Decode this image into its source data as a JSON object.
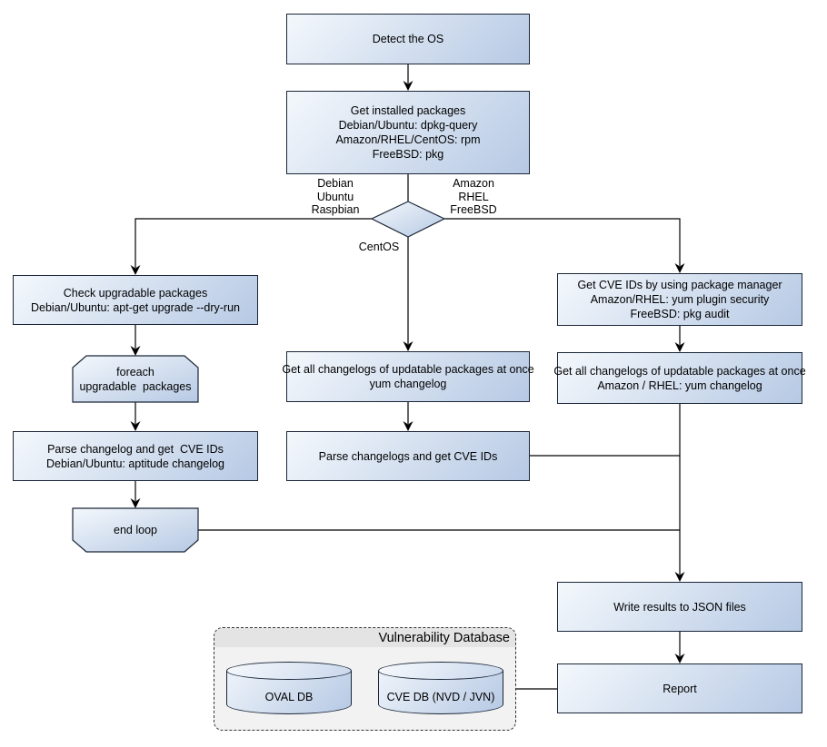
{
  "nodes": {
    "detect_os": {
      "lines": [
        "Detect the OS"
      ]
    },
    "get_installed_packages": {
      "lines": [
        "Get installed packages",
        "Debian/Ubuntu: dpkg-query",
        "Amazon/RHEL/CentOS: rpm",
        "FreeBSD: pkg"
      ]
    },
    "check_upgradable": {
      "lines": [
        "Check upgradable packages",
        "Debian/Ubuntu: apt-get upgrade --dry-run"
      ]
    },
    "foreach_loop": {
      "lines": [
        "foreach",
        "upgradable  packages"
      ]
    },
    "parse_changelog_deb": {
      "lines": [
        "Parse changelog and get  CVE IDs",
        "Debian/Ubuntu: aptitude changelog"
      ]
    },
    "end_loop": {
      "lines": [
        "end loop"
      ]
    },
    "get_changelogs_centos": {
      "lines": [
        "Get all changelogs of updatable packages at once",
        "yum changelog"
      ]
    },
    "parse_changelogs_centos": {
      "lines": [
        "Parse changelogs and get CVE IDs"
      ]
    },
    "get_cve_ids_pkg_mgr": {
      "lines": [
        "Get CVE IDs by using package manager",
        "Amazon/RHEL: yum plugin security",
        "FreeBSD: pkg audit"
      ]
    },
    "get_changelogs_rhel": {
      "lines": [
        "Get all changelogs of updatable packages at once",
        "Amazon / RHEL: yum changelog"
      ]
    },
    "write_results": {
      "lines": [
        "Write results to JSON files"
      ]
    },
    "report": {
      "lines": [
        "Report"
      ]
    }
  },
  "edge_labels": {
    "left_branch": {
      "lines": [
        "Debian",
        "Ubuntu",
        "Raspbian"
      ]
    },
    "right_branch": {
      "lines": [
        "Amazon",
        "RHEL",
        "FreeBSD"
      ]
    },
    "bottom_branch": {
      "lines": [
        "CentOS"
      ]
    }
  },
  "database": {
    "title": "Vulnerability Database",
    "cylinders": [
      {
        "label": "OVAL DB"
      },
      {
        "label": "CVE DB (NVD / JVN)"
      }
    ]
  },
  "colors": {
    "node_fill_light": "#f4f8fc",
    "node_fill_dark": "#b6c9e4",
    "node_border": "#1a2638",
    "line": "#000000",
    "container_fill": "#f2f2f2",
    "container_header": "#e4e4e4",
    "container_border": "#333333",
    "text": "#000000"
  }
}
